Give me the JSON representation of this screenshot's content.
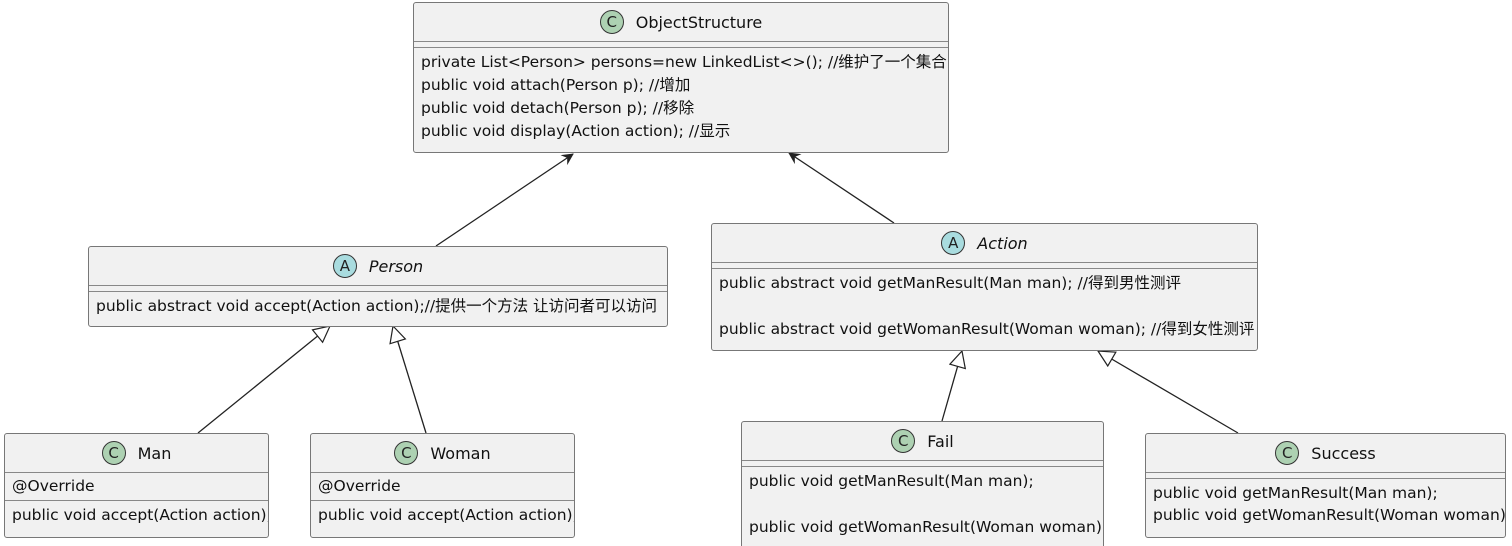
{
  "diagram": {
    "classes": {
      "object_structure": {
        "stereotype": "C",
        "name": "ObjectStructure",
        "methods": [
          "private List<Person> persons=new LinkedList<>(); //维护了一个集合",
          "public void attach(Person p); //增加",
          "public void detach(Person p); //移除",
          "public void display(Action action); //显示"
        ]
      },
      "person": {
        "stereotype": "A",
        "name": "Person",
        "methods": [
          "public abstract void accept(Action action);//提供一个方法 让访问者可以访问"
        ]
      },
      "action": {
        "stereotype": "A",
        "name": "Action",
        "methods": [
          "public abstract void getManResult(Man man); //得到男性测评",
          "public abstract void getWomanResult(Woman woman); //得到女性测评"
        ]
      },
      "man": {
        "stereotype": "C",
        "name": "Man",
        "annotation": "@Override",
        "methods": [
          "public void accept(Action action);"
        ]
      },
      "woman": {
        "stereotype": "C",
        "name": "Woman",
        "annotation": "@Override",
        "methods": [
          "public void accept(Action action);"
        ]
      },
      "fail": {
        "stereotype": "C",
        "name": "Fail",
        "methods": [
          "public void getManResult(Man man);",
          "public void getWomanResult(Woman woman);"
        ]
      },
      "success": {
        "stereotype": "C",
        "name": "Success",
        "methods": [
          "public void getManResult(Man man);",
          "public void getWomanResult(Woman woman);"
        ]
      }
    },
    "relations": [
      {
        "from": "Person",
        "to": "ObjectStructure",
        "kind": "association"
      },
      {
        "from": "Action",
        "to": "ObjectStructure",
        "kind": "association"
      },
      {
        "from": "Man",
        "to": "Person",
        "kind": "generalization"
      },
      {
        "from": "Woman",
        "to": "Person",
        "kind": "generalization"
      },
      {
        "from": "Fail",
        "to": "Action",
        "kind": "generalization"
      },
      {
        "from": "Success",
        "to": "Action",
        "kind": "generalization"
      }
    ],
    "colors": {
      "class_fill": "#f1f1f1",
      "class_border": "#777777",
      "stereotype_c": "#add1b2",
      "stereotype_a": "#a9dcdf",
      "line": "#222222"
    }
  }
}
